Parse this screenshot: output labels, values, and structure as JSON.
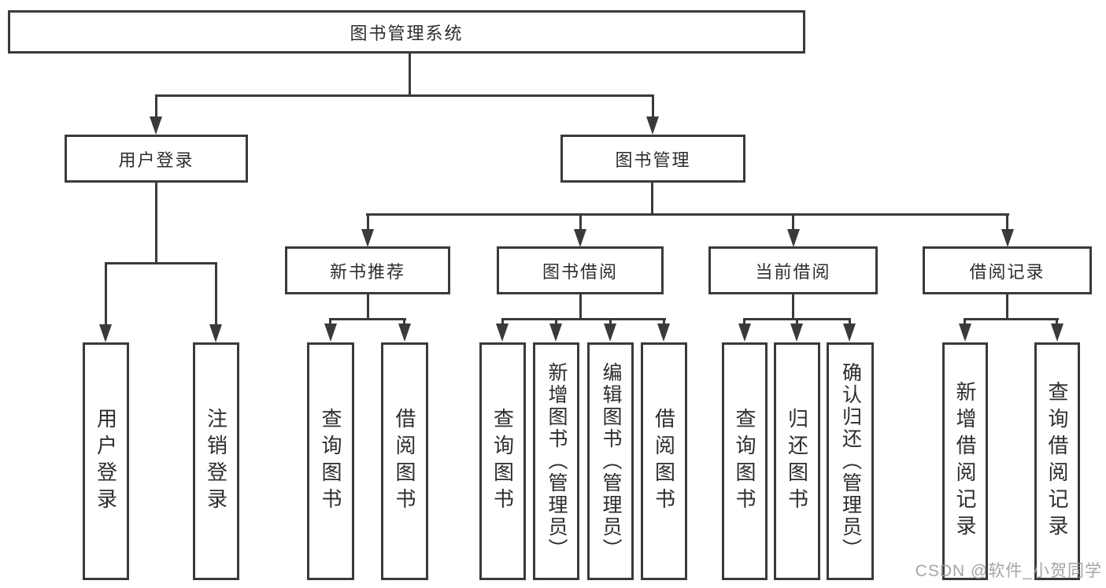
{
  "diagram": {
    "type": "hierarchy-function-structure",
    "background_color": "#ffffff",
    "line_color": "#3a3a3a",
    "text_color": "#2d2d2d"
  },
  "nodes": {
    "root": "图书管理系统",
    "user_login": "用户登录",
    "book_mgmt": "图书管理",
    "new_book_rec": "新书推荐",
    "book_borrow": "图书借阅",
    "current_borrow": "当前借阅",
    "borrow_records": "借阅记录",
    "ul_user_login": "用户登录",
    "ul_logout": "注销登录",
    "nb_query": "查询图书",
    "nb_borrow": "借阅图书",
    "bb_query": "查询图书",
    "bb_add": "新增图书（管理员）",
    "bb_edit": "编辑图书（管理员）",
    "bb_borrow": "借阅图书",
    "cb_query": "查询图书",
    "cb_return": "归还图书",
    "cb_confirm": "确认归还（管理员）",
    "br_add": "新增借阅记录",
    "br_query": "查询借阅记录"
  },
  "hierarchy": {
    "图书管理系统": {
      "用户登录": [
        "用户登录",
        "注销登录"
      ],
      "图书管理": {
        "新书推荐": [
          "查询图书",
          "借阅图书"
        ],
        "图书借阅": [
          "查询图书",
          "新增图书（管理员）",
          "编辑图书（管理员）",
          "借阅图书"
        ],
        "当前借阅": [
          "查询图书",
          "归还图书",
          "确认归还（管理员）"
        ],
        "借阅记录": [
          "新增借阅记录",
          "查询借阅记录"
        ]
      }
    }
  },
  "watermark": {
    "text": "CSDN @软件_小贺同学",
    "color": "#9b9ba3"
  }
}
